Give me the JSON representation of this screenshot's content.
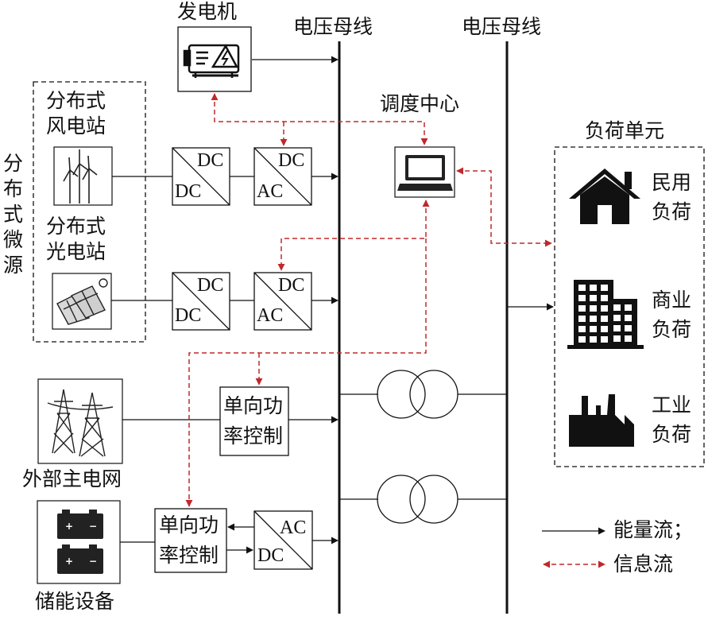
{
  "labels": {
    "generator": "发电机",
    "bus_left": "电压母线",
    "bus_right": "电压母线",
    "dispatch": "调度中心",
    "load_unit": "负荷单元",
    "distributed_source": "分布式微源",
    "wind_line1": "分布式",
    "wind_line2": "风电站",
    "pv_line1": "分布式",
    "pv_line2": "光电站",
    "grid": "外部主电网",
    "storage": "储能设备",
    "ctrl1_line1": "单向功",
    "ctrl1_line2": "率控制",
    "ctrl2_line1": "单向功",
    "ctrl2_line2": "率控制",
    "residential_line1": "民用",
    "residential_line2": "负荷",
    "commercial_line1": "商业",
    "commercial_line2": "负荷",
    "industrial_line1": "工业",
    "industrial_line2": "负荷"
  },
  "converters": {
    "dc": "DC",
    "ac": "AC"
  },
  "legend": {
    "energy_flow": "能量流；",
    "info_flow": "信息流"
  },
  "colors": {
    "line": "#111111",
    "info": "#c0282c"
  },
  "icons": [
    "generator-icon",
    "wind-turbine-icon",
    "solar-panel-icon",
    "laptop-icon",
    "power-tower-icon",
    "battery-icon",
    "house-icon",
    "office-building-icon",
    "factory-icon",
    "transformer-icon"
  ]
}
